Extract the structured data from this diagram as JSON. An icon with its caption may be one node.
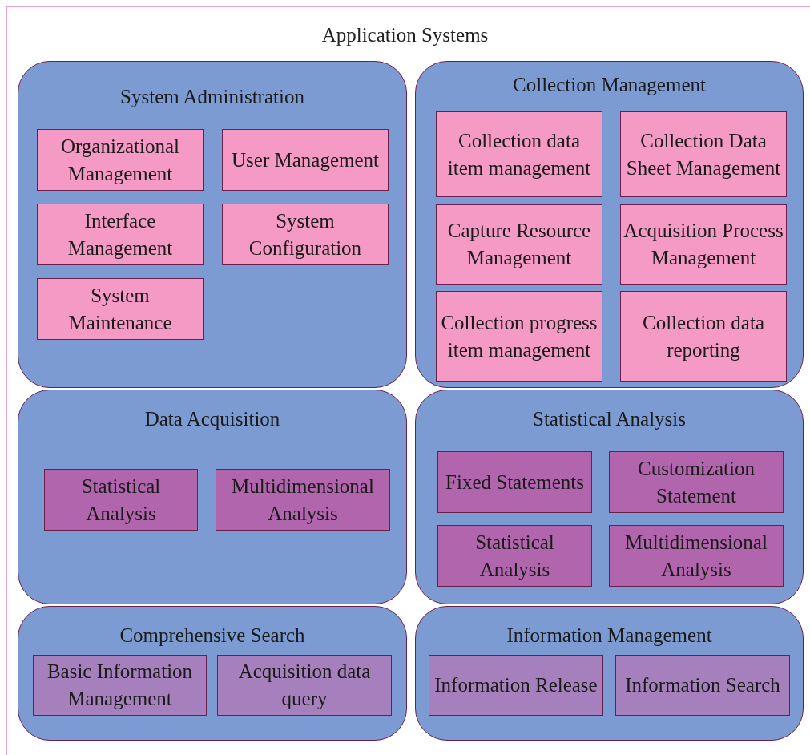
{
  "diagram": {
    "title": "Application Systems",
    "nodes": [
      {
        "text": [
          "System Administration"
        ]
      },
      {
        "text": [
          "Organizational Management"
        ],
        "in": 0
      },
      {
        "text": [
          "User Management"
        ],
        "in": 0
      },
      {
        "text": [
          "Interface Management"
        ],
        "in": 0
      },
      {
        "text": [
          "System Configuration"
        ],
        "in": 0
      },
      {
        "text": [
          "System Maintenance"
        ],
        "in": 0
      },
      {
        "text": [
          "Collection Management"
        ]
      },
      {
        "text": [
          "Collection data item management"
        ],
        "in": 6
      },
      {
        "text": [
          "Collection Data Sheet Management"
        ],
        "in": 6
      },
      {
        "text": [
          "Capture Resource Management"
        ],
        "in": 6
      },
      {
        "text": [
          "Acquisition Process Management"
        ],
        "in": 6
      },
      {
        "text": [
          "Collection progress item management"
        ],
        "in": 6
      },
      {
        "text": [
          "Collection data reporting"
        ],
        "in": 6
      },
      {
        "text": [
          "Data Acquisition"
        ]
      },
      {
        "text": [
          "Statistical Analysis"
        ],
        "in": 13
      },
      {
        "text": [
          "Multidimensional Analysis"
        ],
        "in": 13
      },
      {
        "text": [
          "Statistical Analysis"
        ]
      },
      {
        "text": [
          "Fixed Statements"
        ],
        "in": 16
      },
      {
        "text": [
          "Customization Statement"
        ],
        "in": 16
      },
      {
        "text": [
          "Statistical Analysis"
        ],
        "in": 16
      },
      {
        "text": [
          "Multidimensional Analysis"
        ],
        "in": 16
      },
      {
        "text": [
          "Comprehensive Search"
        ]
      },
      {
        "text": [
          "Basic Information Management"
        ],
        "in": 21
      },
      {
        "text": [
          "Acquisition data query"
        ],
        "in": 21
      },
      {
        "text": [
          "Information Management"
        ]
      },
      {
        "text": [
          "Information Release"
        ],
        "in": 24
      },
      {
        "text": [
          "Information Search"
        ],
        "in": 24
      }
    ],
    "edges": []
  }
}
